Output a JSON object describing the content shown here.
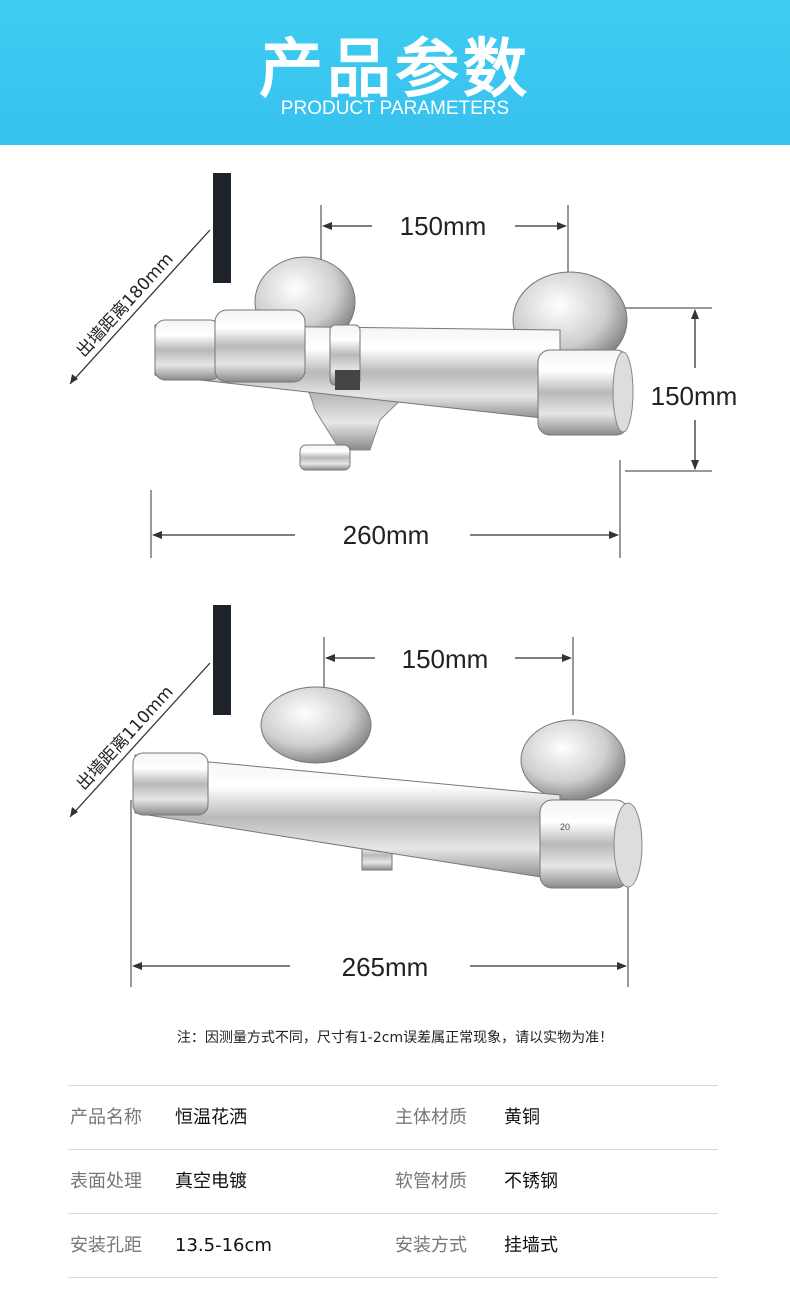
{
  "header": {
    "title": "产品参数",
    "subtitle": "PRODUCT PARAMETERS",
    "bg_color": "#3fcdf2"
  },
  "diagram1": {
    "wall_distance": "出墙距离180mm",
    "top_width": "150mm",
    "height": "150mm",
    "bottom_width": "260mm"
  },
  "diagram2": {
    "wall_distance": "出墙距离110mm",
    "top_width": "150mm",
    "bottom_width": "265mm",
    "dial_mark": "20"
  },
  "note": "注：因测量方式不同，尺寸有1-2cm误差属正常现象，请以实物为准！",
  "params": [
    {
      "label1": "产品名称",
      "value1": "恒温花洒",
      "label2": "主体材质",
      "value2": "黄铜"
    },
    {
      "label1": "表面处理",
      "value1": "真空电镀",
      "label2": "软管材质",
      "value2": "不锈钢"
    },
    {
      "label1": "安装孔距",
      "value1": "13.5-16cm",
      "label2": "安装方式",
      "value2": "挂墙式"
    }
  ]
}
